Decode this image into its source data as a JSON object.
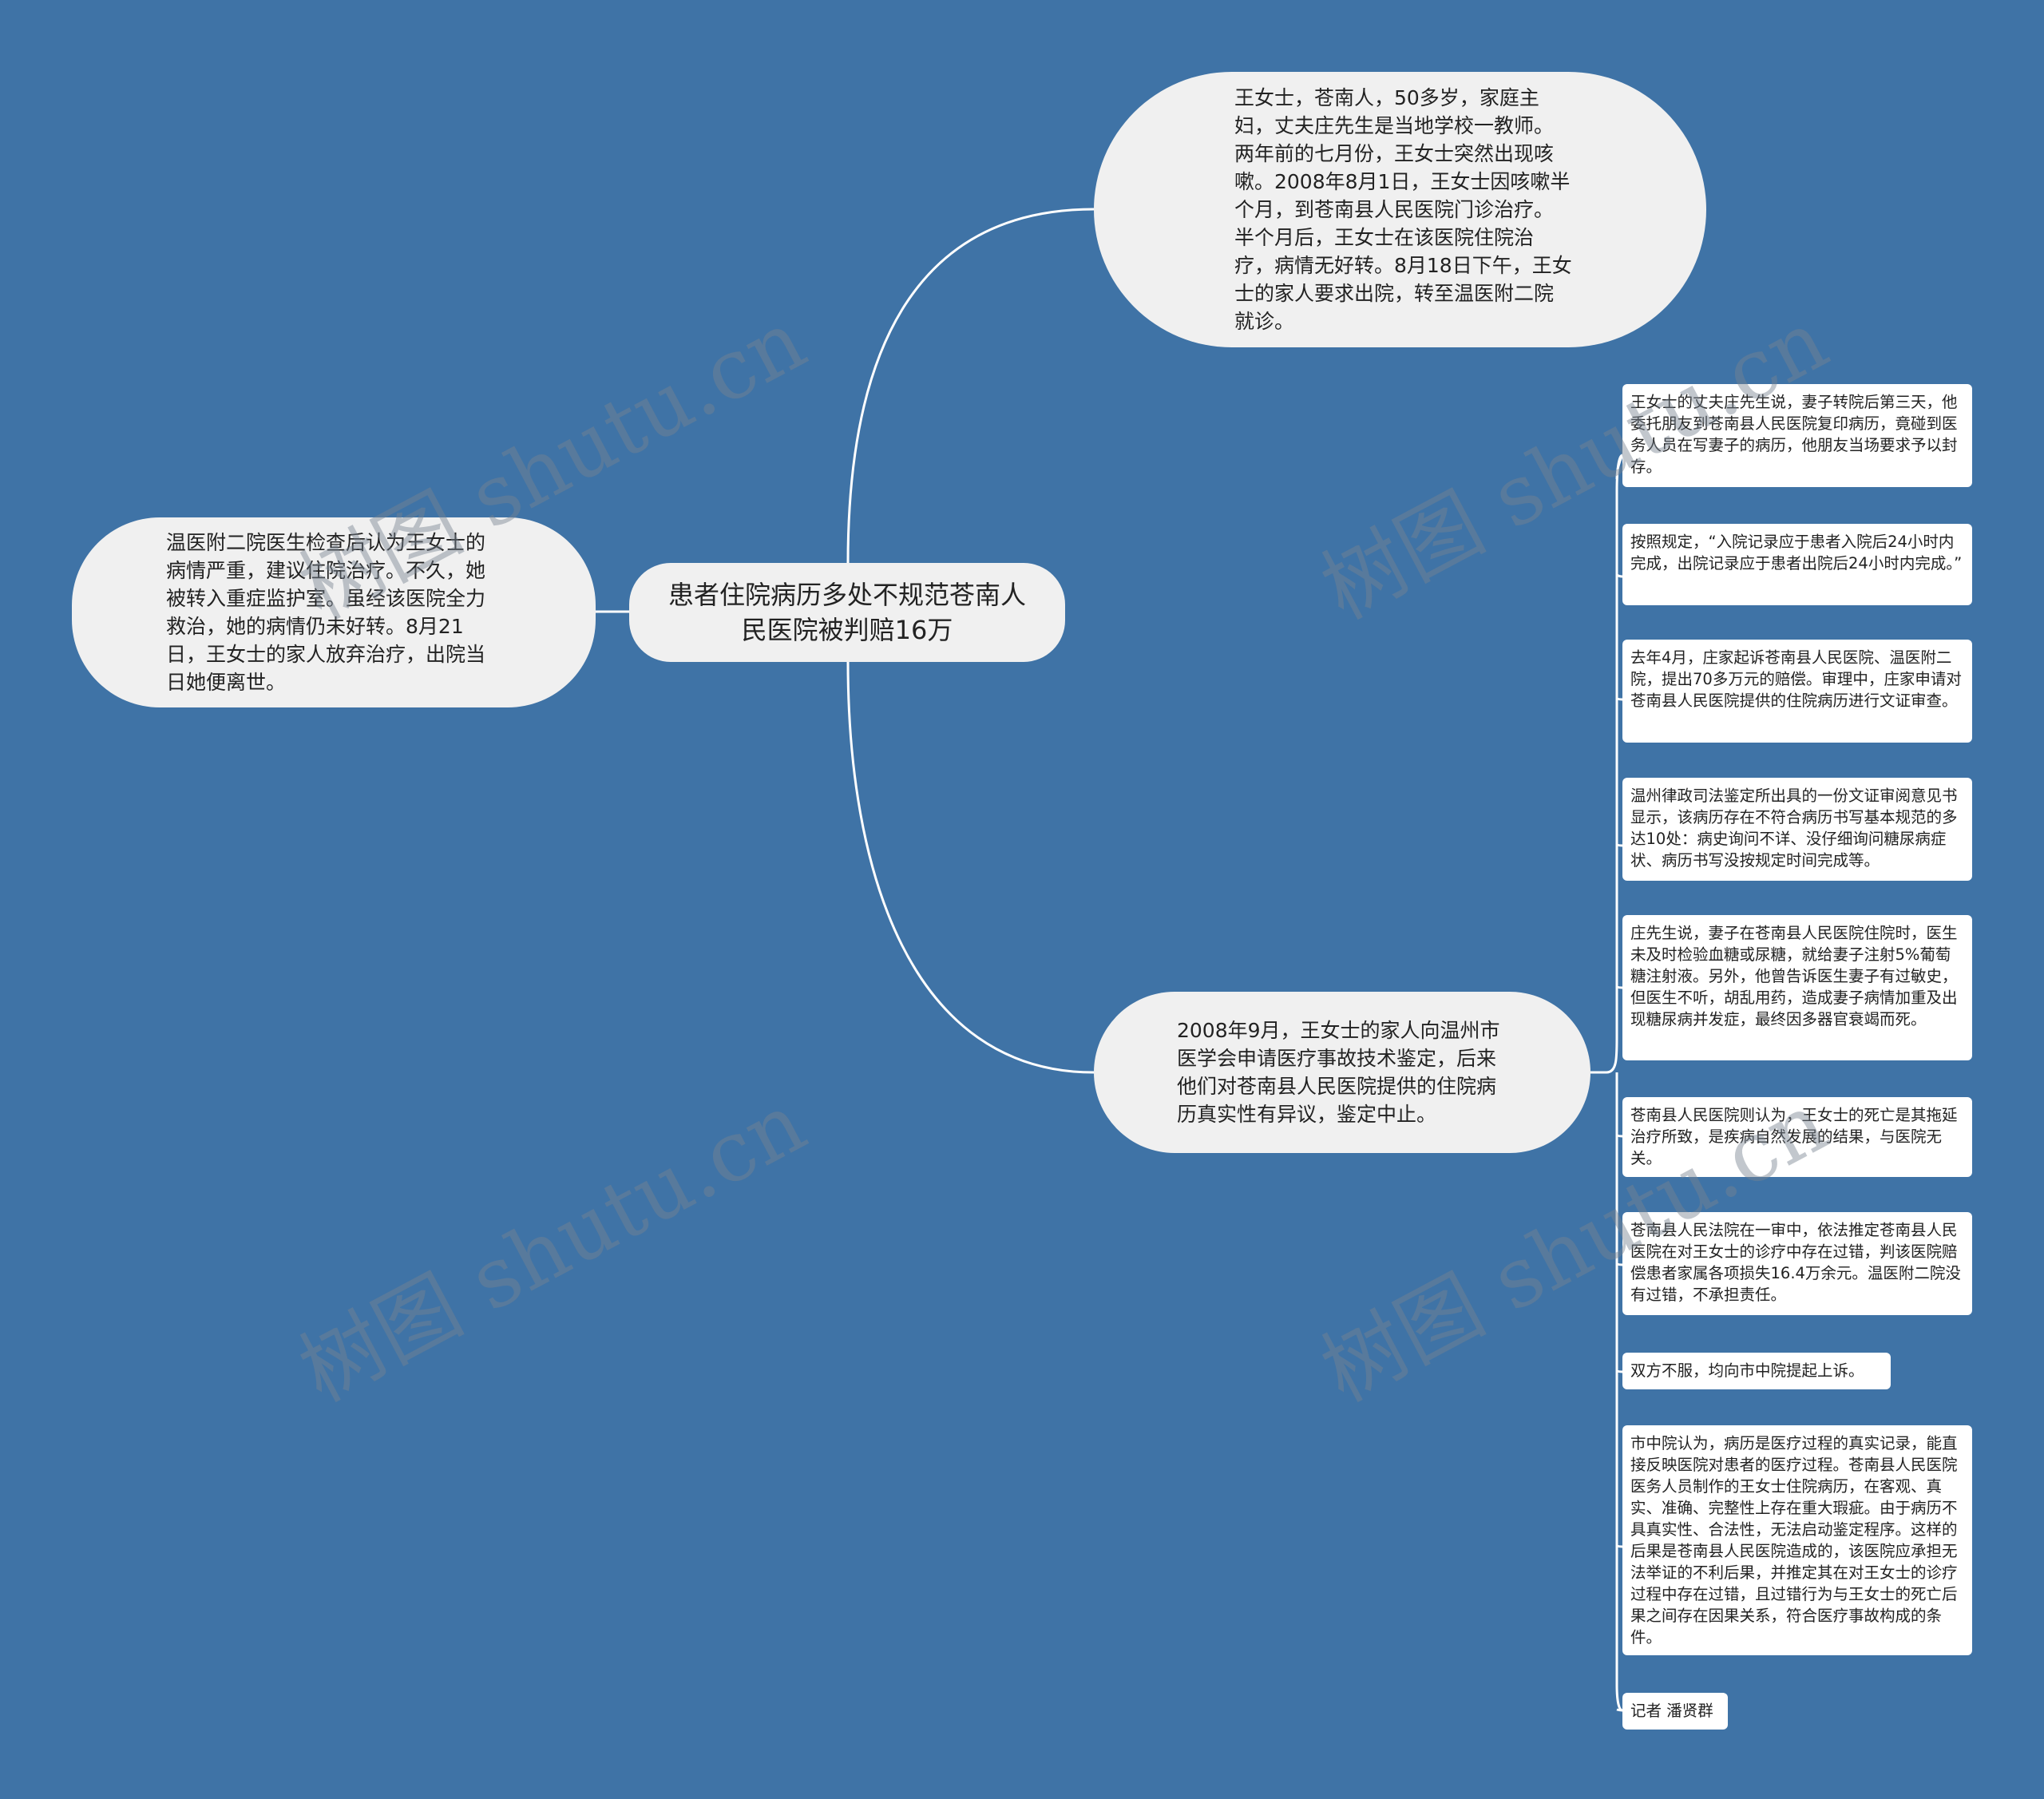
{
  "root": {
    "title": "患者住院病历多处不规范苍南人民医院被判赔16万"
  },
  "left_node": {
    "text": "温医附二院医生检查后认为王女士的病情严重，建议住院治疗。不久，她被转入重症监护室。虽经该医院全力救治，她的病情仍未好转。8月21日，王女士的家人放弃治疗，出院当日她便离世。"
  },
  "top_node": {
    "text": "王女士，苍南人，50多岁，家庭主妇，丈夫庄先生是当地学校一教师。两年前的七月份，王女士突然出现咳嗽。2008年8月1日，王女士因咳嗽半个月，到苍南县人民医院门诊治疗。半个月后，王女士在该医院住院治疗，病情无好转。8月18日下午，王女士的家人要求出院，转至温医附二院就诊。"
  },
  "bottom_node": {
    "text": "2008年9月，王女士的家人向温州市医学会申请医疗事故技术鉴定，后来他们对苍南县人民医院提供的住院病历真实性有异议，鉴定中止。"
  },
  "cards": [
    "王女士的丈夫庄先生说，妻子转院后第三天，他委托朋友到苍南县人民医院复印病历，竟碰到医务人员在写妻子的病历，他朋友当场要求予以封存。",
    "按照规定，“入院记录应于患者入院后24小时内完成，出院记录应于患者出院后24小时内完成。”",
    "去年4月，庄家起诉苍南县人民医院、温医附二院，提出70多万元的赔偿。审理中，庄家申请对苍南县人民医院提供的住院病历进行文证审查。",
    "温州律政司法鉴定所出具的一份文证审阅意见书显示，该病历存在不符合病历书写基本规范的多达10处：病史询问不详、没仔细询问糖尿病症状、病历书写没按规定时间完成等。",
    "庄先生说，妻子在苍南县人民医院住院时，医生未及时检验血糖或尿糖，就给妻子注射5%葡萄糖注射液。另外，他曾告诉医生妻子有过敏史，但医生不听，胡乱用药，造成妻子病情加重及出现糖尿病并发症，最终因多器官衰竭而死。",
    "苍南县人民医院则认为，王女士的死亡是其拖延治疗所致，是疾病自然发展的结果，与医院无关。",
    "苍南县人民法院在一审中，依法推定苍南县人民医院在对王女士的诊疗中存在过错，判该医院赔偿患者家属各项损失16.4万余元。温医附二院没有过错，不承担责任。",
    "双方不服，均向市中院提起上诉。",
    "市中院认为，病历是医疗过程的真实记录，能直接反映医院对患者的医疗过程。苍南县人民医院医务人员制作的王女士住院病历，在客观、真实、准确、完整性上存在重大瑕疵。由于病历不具真实性、合法性，无法启动鉴定程序。这样的后果是苍南县人民医院造成的，该医院应承担无法举证的不利后果，并推定其在对王女士的诊疗过程中存在过错，且过错行为与王女士的死亡后果之间存在因果关系，符合医疗事故构成的条件。",
    "记者 潘贤群"
  ],
  "watermark": "树图 shutu.cn",
  "colors": {
    "background": "#3f73a6",
    "node": "#f0f0f0",
    "card": "#ffffff",
    "line": "#ffffff"
  }
}
